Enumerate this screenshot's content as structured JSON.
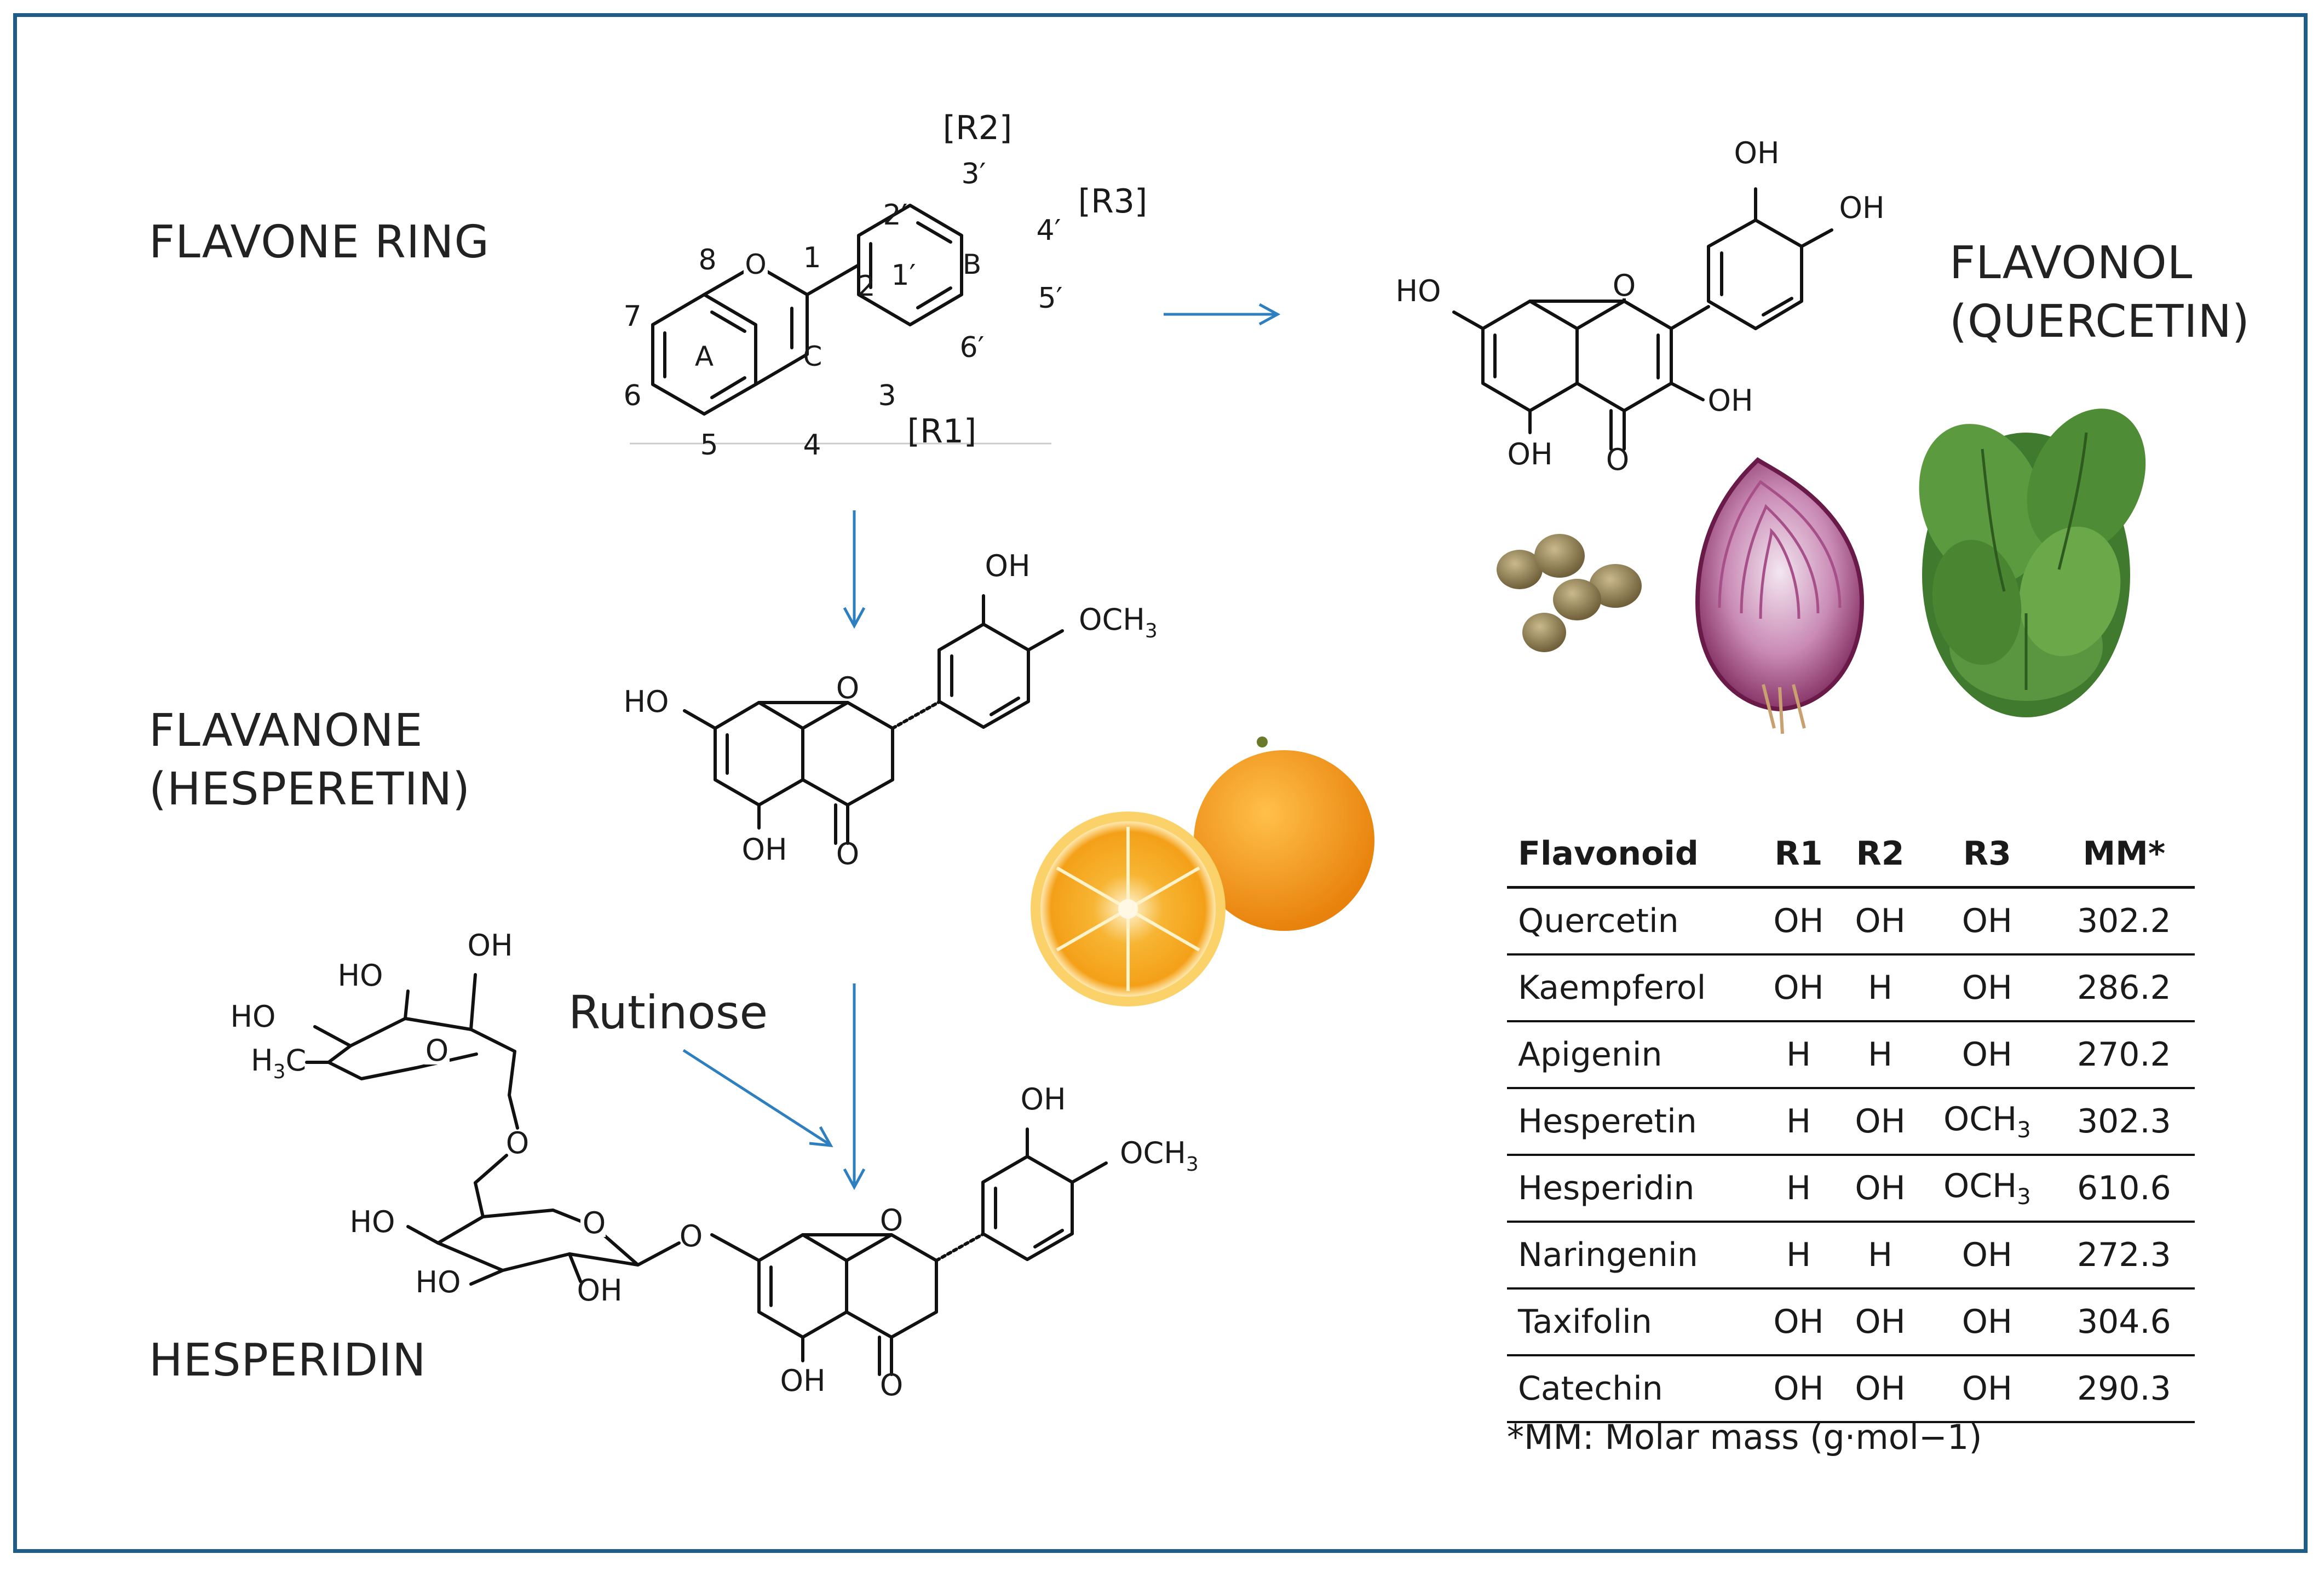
{
  "labels": {
    "flavone": "FLAVONE RING",
    "flavanone_1": "FLAVANONE",
    "flavanone_2": "(HESPERETIN)",
    "flavonol_1": "FLAVONOL",
    "flavonol_2": "(QUERCETIN)",
    "hesperidin": "HESPERIDIN",
    "rutinose": "Rutinose"
  },
  "flavone_ring": {
    "positions": [
      "1",
      "2",
      "3",
      "4",
      "5",
      "6",
      "7",
      "8",
      "1′",
      "2′",
      "3′",
      "4′",
      "5′",
      "6′"
    ],
    "rings": [
      "A",
      "B",
      "C"
    ],
    "substituents": [
      "[R1]",
      "[R2]",
      "[R3]"
    ],
    "atom_o": "O"
  },
  "groups": {
    "oh": "OH",
    "ho": "HO",
    "o": "O",
    "och3_base": "OCH",
    "sub3": "3",
    "h3c_h": "H",
    "h3c_c": "C"
  },
  "table": {
    "headers": [
      "Flavonoid",
      "R1",
      "R2",
      "R3",
      "MM*"
    ],
    "rows": [
      [
        "Quercetin",
        "OH",
        "OH",
        "OH",
        "302.2"
      ],
      [
        "Kaempferol",
        "OH",
        "H",
        "OH",
        "286.2"
      ],
      [
        "Apigenin",
        "H",
        "H",
        "OH",
        "270.2"
      ],
      [
        "Hesperetin",
        "H",
        "OH",
        "OCH3",
        "302.3"
      ],
      [
        "Hesperidin",
        "H",
        "OH",
        "OCH3",
        "610.6"
      ],
      [
        "Naringenin",
        "H",
        "H",
        "OH",
        "272.3"
      ],
      [
        "Taxifolin",
        "OH",
        "OH",
        "OH",
        "304.6"
      ],
      [
        "Catechin",
        "OH",
        "OH",
        "OH",
        "290.3"
      ]
    ],
    "footnote": "*MM: Molar mass (g·mol−1)"
  },
  "colors": {
    "frame": "#1f5d86",
    "arrow": "#2e7fbf",
    "orange": "#f39a1e",
    "onion": "#8e2f6a",
    "spinach": "#3f7a2e",
    "caper": "#8a7a52"
  }
}
